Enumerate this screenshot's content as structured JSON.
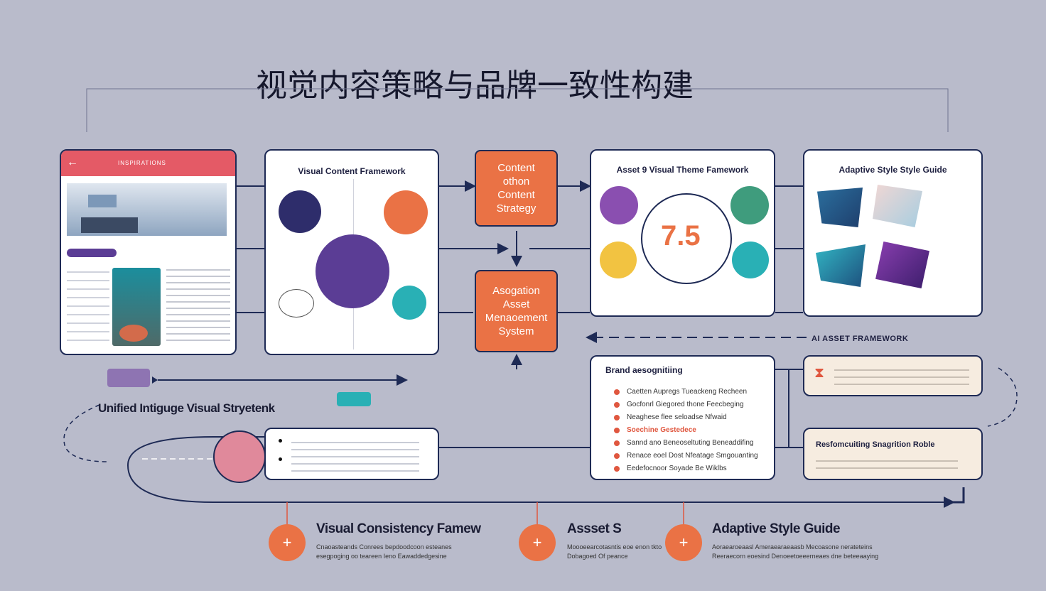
{
  "title": "视觉内容策略与品牌一致性构建",
  "colors": {
    "navy": "#1e2a55",
    "orange": "#ea7245",
    "purple": "#5b3d95",
    "teal": "#29b0b5",
    "pink": "#e0899b",
    "red": "#e45a66"
  },
  "phone": {
    "header": "INSPIRATIONS"
  },
  "framework": {
    "title": "Visual Content Framework"
  },
  "strategy_box": "Content\nothon\nContent\nStrategy",
  "asset_box": "Asogation\nAsset\nMenaoement\nSystem",
  "theme": {
    "title": "Asset 9 Visual Theme Famework",
    "score": "7.5"
  },
  "style_guide": {
    "title": "Adaptive Style Style Guide"
  },
  "asset_framework_label": "AI ASSET FRAMEWORK",
  "story": {
    "title": "Unified Intiguge Visual Stryetenk"
  },
  "brand": {
    "title": "Brand aesognitiing",
    "items": [
      "Caetten Aupregs Tueackeng Recheen",
      "Gocfonrl Giegored thone Feecbeging",
      "Neaghese flee seloadse Nfwaid",
      "Soechine Gestedece",
      "Sannd ano Beneoseltuting Beneaddifing",
      "Renace eoel Dost Nfeatage Smgouanting",
      "Eedefocnoor Soyade Be Wiklbs"
    ]
  },
  "strategy_panel": {
    "title": "Resfomcuiting Snagrition Roble"
  },
  "footer": [
    {
      "title": "Visual Consistency Famew",
      "desc": "Cnaoasteands Conrees bepdoodcoon esteanes\nesegpoging oo teareen Ieno Eawaddedgesine"
    },
    {
      "title": "Assset S",
      "desc": "Moooeearcotasntis eoe enon tkto\nDobagoed Of peance"
    },
    {
      "title": "Adaptive Style Guide",
      "desc": "Aoraearoeaasl Ameraearaeaasb Mecoasone nerateteins\nReeraecorn eoesind Denoeetoeeerneaes dne beteeaaying"
    }
  ]
}
